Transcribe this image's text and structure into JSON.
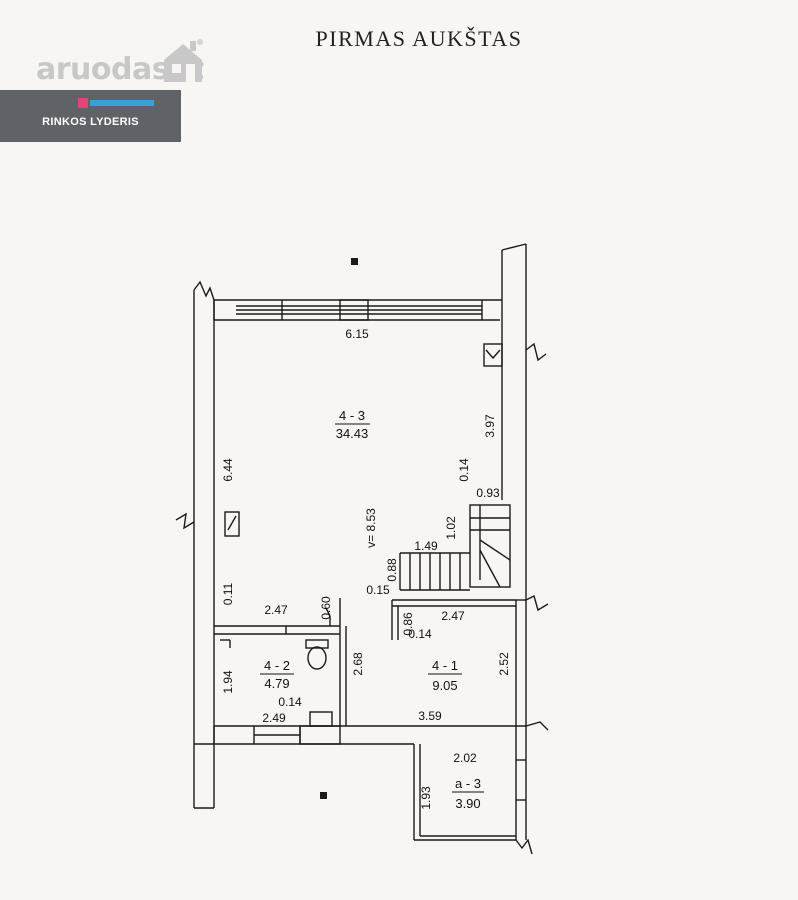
{
  "title": "PIRMAS   AUKŠTAS",
  "watermark": {
    "site": "aruodas.lt",
    "badge_text": "RINKOS LYDERIS"
  },
  "rooms": [
    {
      "id": "4 - 3",
      "area": "34.43"
    },
    {
      "id": "4 - 2",
      "area": "4.79"
    },
    {
      "id": "4 - 1",
      "area": "9.05"
    },
    {
      "id": "a - 3",
      "area": "3.90"
    }
  ],
  "dimensions": {
    "top_width": "6.15",
    "right_upper": "3.97",
    "left_upper": "6.44",
    "total_height": "v= 8.53",
    "stair_gap": "0.14",
    "stair_width": "0.93",
    "stair_a": "1.02",
    "stair_len": "1.49",
    "stair_b": "0.88",
    "stair_c": "0.15",
    "left_small": "0.11",
    "corridor_width": "2.47",
    "corridor_gap": "0.60",
    "room41_top": "2.47",
    "room41_wall": "0.86",
    "room41_gap": "0.14",
    "room41_right": "2.52",
    "room41_left": "2.68",
    "room41_bottom": "3.59",
    "wc_height": "1.94",
    "wc_gap": "0.14",
    "wc_width": "2.49",
    "annex_width": "2.02",
    "annex_height": "1.93"
  },
  "colors": {
    "line": "#1a1a1a",
    "watermark": "#c8c8c8",
    "badge_bg": "#5f6368"
  }
}
